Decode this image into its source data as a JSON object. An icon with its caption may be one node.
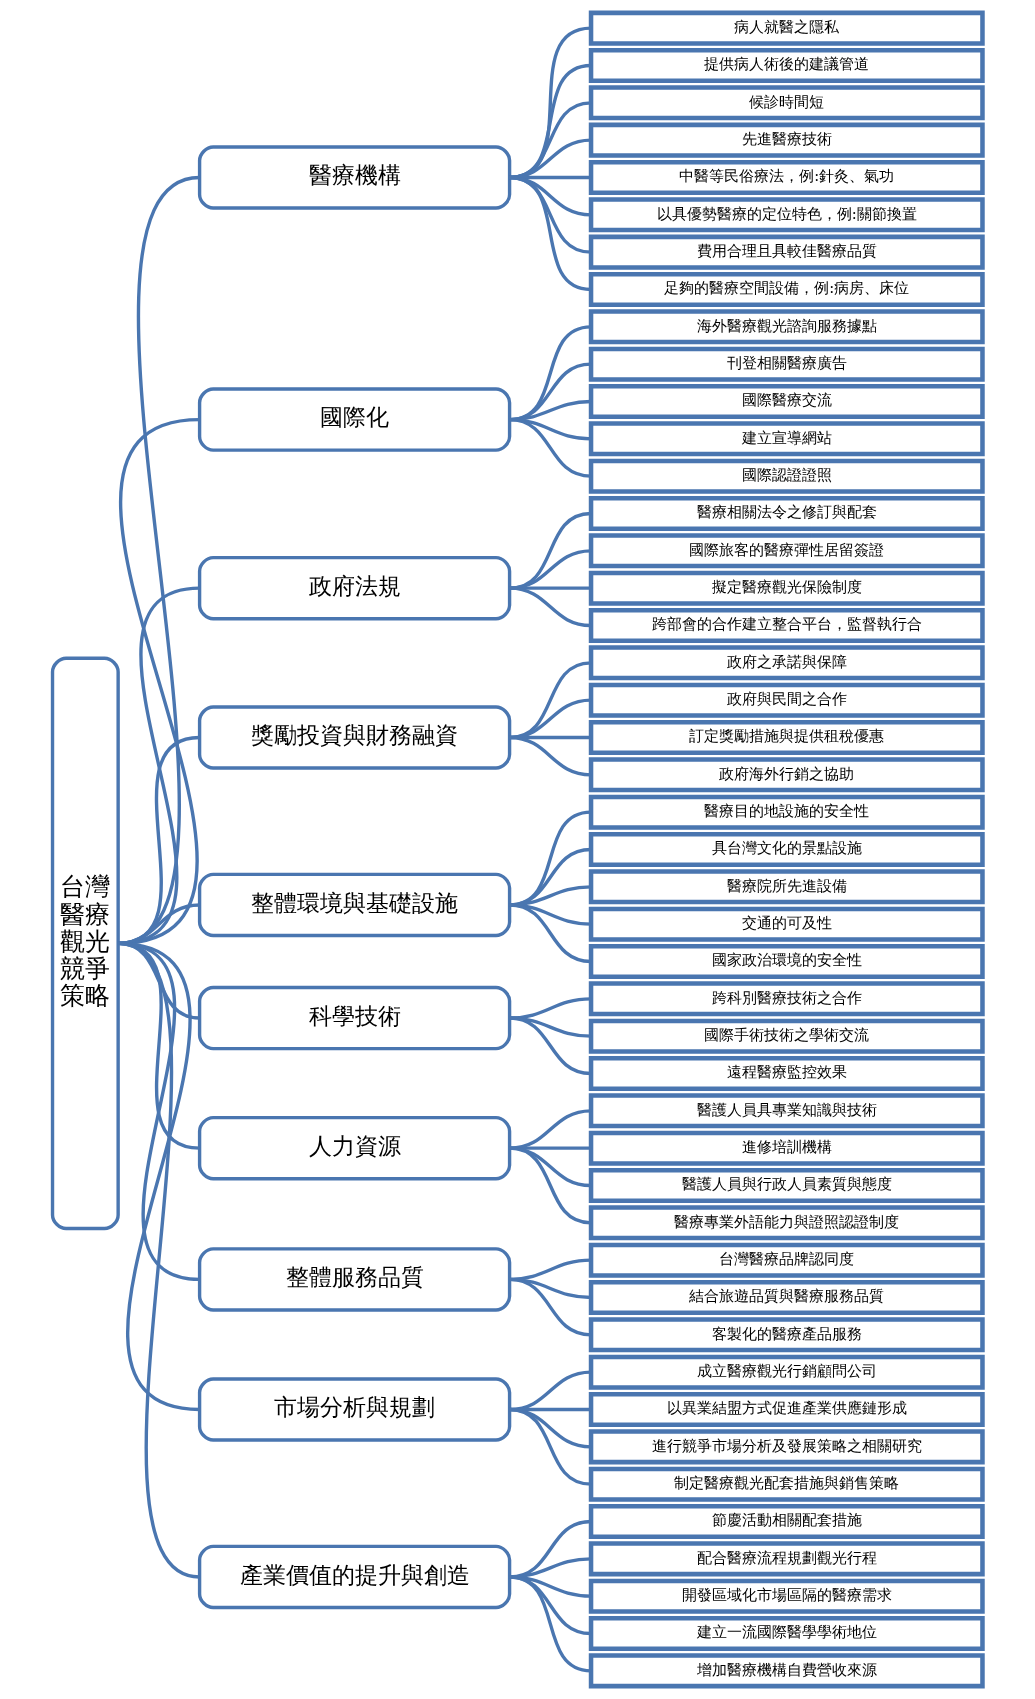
{
  "diagram": {
    "nodes": [
      {
        "text": [
          "台灣醫療觀光競爭策略"
        ]
      },
      {
        "text": [
          "醫療機構"
        ]
      },
      {
        "text": [
          "病人就醫之隱私"
        ]
      },
      {
        "text": [
          "提供病人術後的建議管道"
        ]
      },
      {
        "text": [
          "候診時間短"
        ]
      },
      {
        "text": [
          "先進醫療技術"
        ]
      },
      {
        "text": [
          "中醫等民俗療法，例:針灸、氣功"
        ]
      },
      {
        "text": [
          "以具優勢醫療的定位特色，例:關節換置"
        ]
      },
      {
        "text": [
          "費用合理且具較佳醫療品質"
        ]
      },
      {
        "text": [
          "足夠的醫療空間設備，例:病房、床位"
        ]
      },
      {
        "text": [
          "國際化"
        ]
      },
      {
        "text": [
          "海外醫療觀光諮詢服務據點"
        ]
      },
      {
        "text": [
          "刊登相關醫療廣告"
        ]
      },
      {
        "text": [
          "國際醫療交流"
        ]
      },
      {
        "text": [
          "建立宣導網站"
        ]
      },
      {
        "text": [
          "國際認證證照"
        ]
      },
      {
        "text": [
          "政府法規"
        ]
      },
      {
        "text": [
          "醫療相關法令之修訂與配套"
        ]
      },
      {
        "text": [
          "國際旅客的醫療彈性居留簽證"
        ]
      },
      {
        "text": [
          "擬定醫療觀光保險制度"
        ]
      },
      {
        "text": [
          "跨部會的合作建立整合平台，監督執行合"
        ]
      },
      {
        "text": [
          "獎勵投資與財務融資"
        ]
      },
      {
        "text": [
          "政府之承諾與保障"
        ]
      },
      {
        "text": [
          "政府與民間之合作"
        ]
      },
      {
        "text": [
          "訂定獎勵措施與提供租稅優惠"
        ]
      },
      {
        "text": [
          "政府海外行銷之協助"
        ]
      },
      {
        "text": [
          "整體環境與基礎設施"
        ]
      },
      {
        "text": [
          "醫療目的地設施的安全性"
        ]
      },
      {
        "text": [
          "具台灣文化的景點設施"
        ]
      },
      {
        "text": [
          "醫療院所先進設備"
        ]
      },
      {
        "text": [
          "交通的可及性"
        ]
      },
      {
        "text": [
          "國家政治環境的安全性"
        ]
      },
      {
        "text": [
          "科學技術"
        ]
      },
      {
        "text": [
          "跨科別醫療技術之合作"
        ]
      },
      {
        "text": [
          "國際手術技術之學術交流"
        ]
      },
      {
        "text": [
          "遠程醫療監控效果"
        ]
      },
      {
        "text": [
          "人力資源"
        ]
      },
      {
        "text": [
          "醫護人員具專業知識與技術"
        ]
      },
      {
        "text": [
          "進修培訓機構"
        ]
      },
      {
        "text": [
          "醫護人員與行政人員素質與態度"
        ]
      },
      {
        "text": [
          "醫療專業外語能力與證照認證制度"
        ]
      },
      {
        "text": [
          "整體服務品質"
        ]
      },
      {
        "text": [
          "台灣醫療品牌認同度"
        ]
      },
      {
        "text": [
          "結合旅遊品質與醫療服務品質"
        ]
      },
      {
        "text": [
          "客製化的醫療產品服務"
        ]
      },
      {
        "text": [
          "市場分析與規劃"
        ]
      },
      {
        "text": [
          "成立醫療觀光行銷顧問公司"
        ]
      },
      {
        "text": [
          "以異業結盟方式促進產業供應鏈形成"
        ]
      },
      {
        "text": [
          "進行競爭市場分析及發展策略之相關研究"
        ]
      },
      {
        "text": [
          "制定醫療觀光配套措施與銷售策略"
        ]
      },
      {
        "text": [
          "產業價值的提升與創造"
        ]
      },
      {
        "text": [
          "節慶活動相關配套措施"
        ]
      },
      {
        "text": [
          "配合醫療流程規劃觀光行程"
        ]
      },
      {
        "text": [
          "開發區域化市場區隔的醫療需求"
        ]
      },
      {
        "text": [
          "建立一流國際醫學學術地位"
        ]
      },
      {
        "text": [
          "增加醫療機構自費營收來源"
        ]
      }
    ],
    "edges": [
      {
        "from": 0,
        "to": 1,
        "arrow": "none"
      },
      {
        "from": 0,
        "to": 10,
        "arrow": "none"
      },
      {
        "from": 0,
        "to": 16,
        "arrow": "none"
      },
      {
        "from": 0,
        "to": 21,
        "arrow": "none"
      },
      {
        "from": 0,
        "to": 26,
        "arrow": "none"
      },
      {
        "from": 0,
        "to": 32,
        "arrow": "none"
      },
      {
        "from": 0,
        "to": 36,
        "arrow": "none"
      },
      {
        "from": 0,
        "to": 41,
        "arrow": "none"
      },
      {
        "from": 0,
        "to": 45,
        "arrow": "none"
      },
      {
        "from": 0,
        "to": 50,
        "arrow": "none"
      },
      {
        "from": 1,
        "to": 2,
        "arrow": "none"
      },
      {
        "from": 1,
        "to": 3,
        "arrow": "none"
      },
      {
        "from": 1,
        "to": 4,
        "arrow": "none"
      },
      {
        "from": 1,
        "to": 5,
        "arrow": "none"
      },
      {
        "from": 1,
        "to": 6,
        "arrow": "none"
      },
      {
        "from": 1,
        "to": 7,
        "arrow": "none"
      },
      {
        "from": 1,
        "to": 8,
        "arrow": "none"
      },
      {
        "from": 1,
        "to": 9,
        "arrow": "none"
      },
      {
        "from": 10,
        "to": 11,
        "arrow": "none"
      },
      {
        "from": 10,
        "to": 12,
        "arrow": "none"
      },
      {
        "from": 10,
        "to": 13,
        "arrow": "none"
      },
      {
        "from": 10,
        "to": 14,
        "arrow": "none"
      },
      {
        "from": 10,
        "to": 15,
        "arrow": "none"
      },
      {
        "from": 16,
        "to": 17,
        "arrow": "none"
      },
      {
        "from": 16,
        "to": 18,
        "arrow": "none"
      },
      {
        "from": 16,
        "to": 19,
        "arrow": "none"
      },
      {
        "from": 16,
        "to": 20,
        "arrow": "none"
      },
      {
        "from": 21,
        "to": 22,
        "arrow": "none"
      },
      {
        "from": 21,
        "to": 23,
        "arrow": "none"
      },
      {
        "from": 21,
        "to": 24,
        "arrow": "none"
      },
      {
        "from": 21,
        "to": 25,
        "arrow": "none"
      },
      {
        "from": 26,
        "to": 27,
        "arrow": "none"
      },
      {
        "from": 26,
        "to": 28,
        "arrow": "none"
      },
      {
        "from": 26,
        "to": 29,
        "arrow": "none"
      },
      {
        "from": 26,
        "to": 30,
        "arrow": "none"
      },
      {
        "from": 26,
        "to": 31,
        "arrow": "none"
      },
      {
        "from": 32,
        "to": 33,
        "arrow": "none"
      },
      {
        "from": 32,
        "to": 34,
        "arrow": "none"
      },
      {
        "from": 32,
        "to": 35,
        "arrow": "none"
      },
      {
        "from": 36,
        "to": 37,
        "arrow": "none"
      },
      {
        "from": 36,
        "to": 38,
        "arrow": "none"
      },
      {
        "from": 36,
        "to": 39,
        "arrow": "none"
      },
      {
        "from": 36,
        "to": 40,
        "arrow": "none"
      },
      {
        "from": 41,
        "to": 42,
        "arrow": "none"
      },
      {
        "from": 41,
        "to": 43,
        "arrow": "none"
      },
      {
        "from": 41,
        "to": 44,
        "arrow": "none"
      },
      {
        "from": 45,
        "to": 46,
        "arrow": "none"
      },
      {
        "from": 45,
        "to": 47,
        "arrow": "none"
      },
      {
        "from": 45,
        "to": 48,
        "arrow": "none"
      },
      {
        "from": 45,
        "to": 49,
        "arrow": "none"
      },
      {
        "from": 50,
        "to": 51,
        "arrow": "none"
      },
      {
        "from": 50,
        "to": 52,
        "arrow": "none"
      },
      {
        "from": 50,
        "to": 53,
        "arrow": "none"
      },
      {
        "from": 50,
        "to": 54,
        "arrow": "none"
      },
      {
        "from": 50,
        "to": 55,
        "arrow": "none"
      }
    ]
  }
}
